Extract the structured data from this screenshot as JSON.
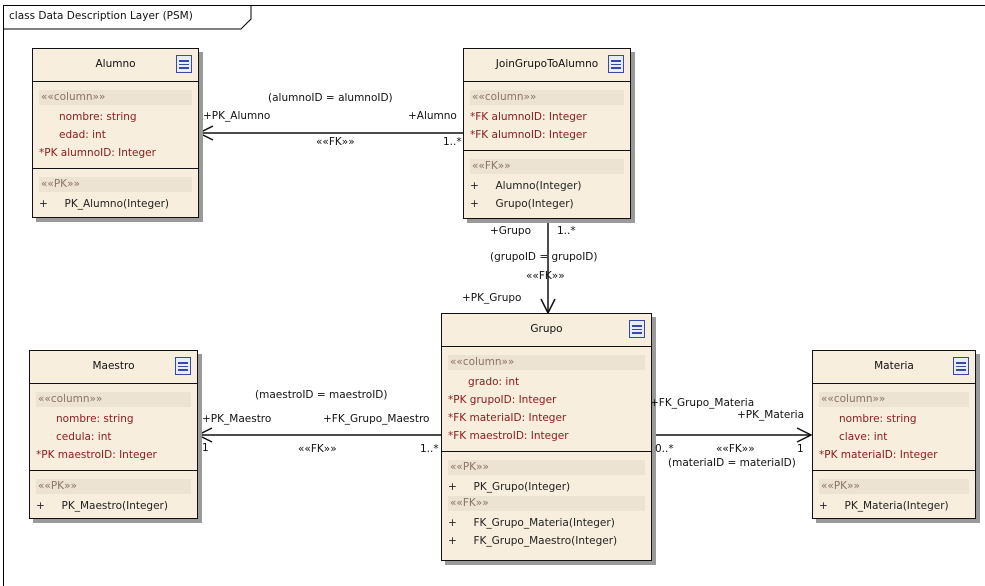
{
  "frame_title": "class Data Description Layer (PSM)",
  "colors": {
    "box_fill": "#f8eedd",
    "column_text": "#8b1a1a",
    "stereotype_text": "#8a7468",
    "stereotype_band": "#ede3d2",
    "icon": "#3848a8"
  },
  "tables": [
    {
      "name": "Alumno",
      "column_stereotype": "««column»»",
      "columns": [
        "      nombre: string",
        "      edad: int",
        "*PK alumnoID: Integer"
      ],
      "op_groups": [
        {
          "stereotype": "««PK»»",
          "ops": [
            "+     PK_Alumno(Integer)"
          ]
        }
      ]
    },
    {
      "name": "JoinGrupoToAlumno",
      "column_stereotype": "««column»»",
      "columns": [
        "*FK alumnoID: Integer",
        "*FK alumnoID: Integer"
      ],
      "op_groups": [
        {
          "stereotype": "««FK»»",
          "ops": [
            "+     Alumno(Integer)",
            "+     Grupo(Integer)"
          ]
        }
      ]
    },
    {
      "name": "Grupo",
      "column_stereotype": "««column»»",
      "columns": [
        "      grado: int",
        "*PK grupoID: Integer",
        "*FK materiaID: Integer",
        "*FK maestroID: Integer"
      ],
      "op_groups": [
        {
          "stereotype": "««PK»»",
          "ops": [
            "+     PK_Grupo(Integer)"
          ]
        },
        {
          "stereotype": "««FK»»",
          "ops": [
            "+     FK_Grupo_Materia(Integer)",
            "+     FK_Grupo_Maestro(Integer)"
          ]
        }
      ]
    },
    {
      "name": "Maestro",
      "column_stereotype": "««column»»",
      "columns": [
        "      nombre: string",
        "      cedula: int",
        "*PK maestroID: Integer"
      ],
      "op_groups": [
        {
          "stereotype": "««PK»»",
          "ops": [
            "+     PK_Maestro(Integer)"
          ]
        }
      ]
    },
    {
      "name": "Materia",
      "column_stereotype": "««column»»",
      "columns": [
        "      nombre: string",
        "      clave: int",
        "*PK materiaID: Integer"
      ],
      "op_groups": [
        {
          "stereotype": "««PK»»",
          "ops": [
            "+     PK_Materia(Integer)"
          ]
        }
      ]
    }
  ],
  "relations": [
    {
      "from": "JoinGrupoToAlumno",
      "to": "Alumno",
      "labels": [
        "(alumnoID = alumnoID)",
        "+PK_Alumno",
        "+Alumno",
        "««FK»»",
        "1..*"
      ]
    },
    {
      "from": "JoinGrupoToAlumno",
      "to": "Grupo",
      "labels": [
        "+Grupo",
        "1..*",
        "(grupoID = grupoID)",
        "««FK»»",
        "+PK_Grupo"
      ]
    },
    {
      "from": "Grupo",
      "to": "Maestro",
      "labels": [
        "(maestroID = maestroID)",
        "+PK_Maestro",
        "+FK_Grupo_Maestro",
        "1",
        "««FK»»",
        "1..*"
      ]
    },
    {
      "from": "Grupo",
      "to": "Materia",
      "labels": [
        "+FK_Grupo_Materia",
        "+PK_Materia",
        "0..*",
        "««FK»»",
        "1",
        "(materiaID = materiaID)"
      ]
    }
  ]
}
